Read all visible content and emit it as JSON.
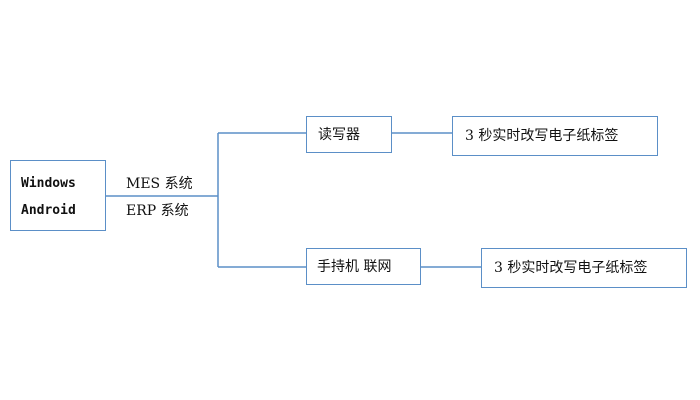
{
  "client": {
    "line1": "Windows",
    "line2": "Android"
  },
  "systems": {
    "mes": "MES 系统",
    "erp": "ERP 系统"
  },
  "branch_top": {
    "device": "读写器",
    "result": "3 秒实时改写电子纸标签"
  },
  "branch_bottom": {
    "device": "手持机 联网",
    "result": "3 秒实时改写电子纸标签"
  },
  "colors": {
    "line": "#5b8fc7",
    "text": "#111111",
    "background": "#ffffff"
  }
}
